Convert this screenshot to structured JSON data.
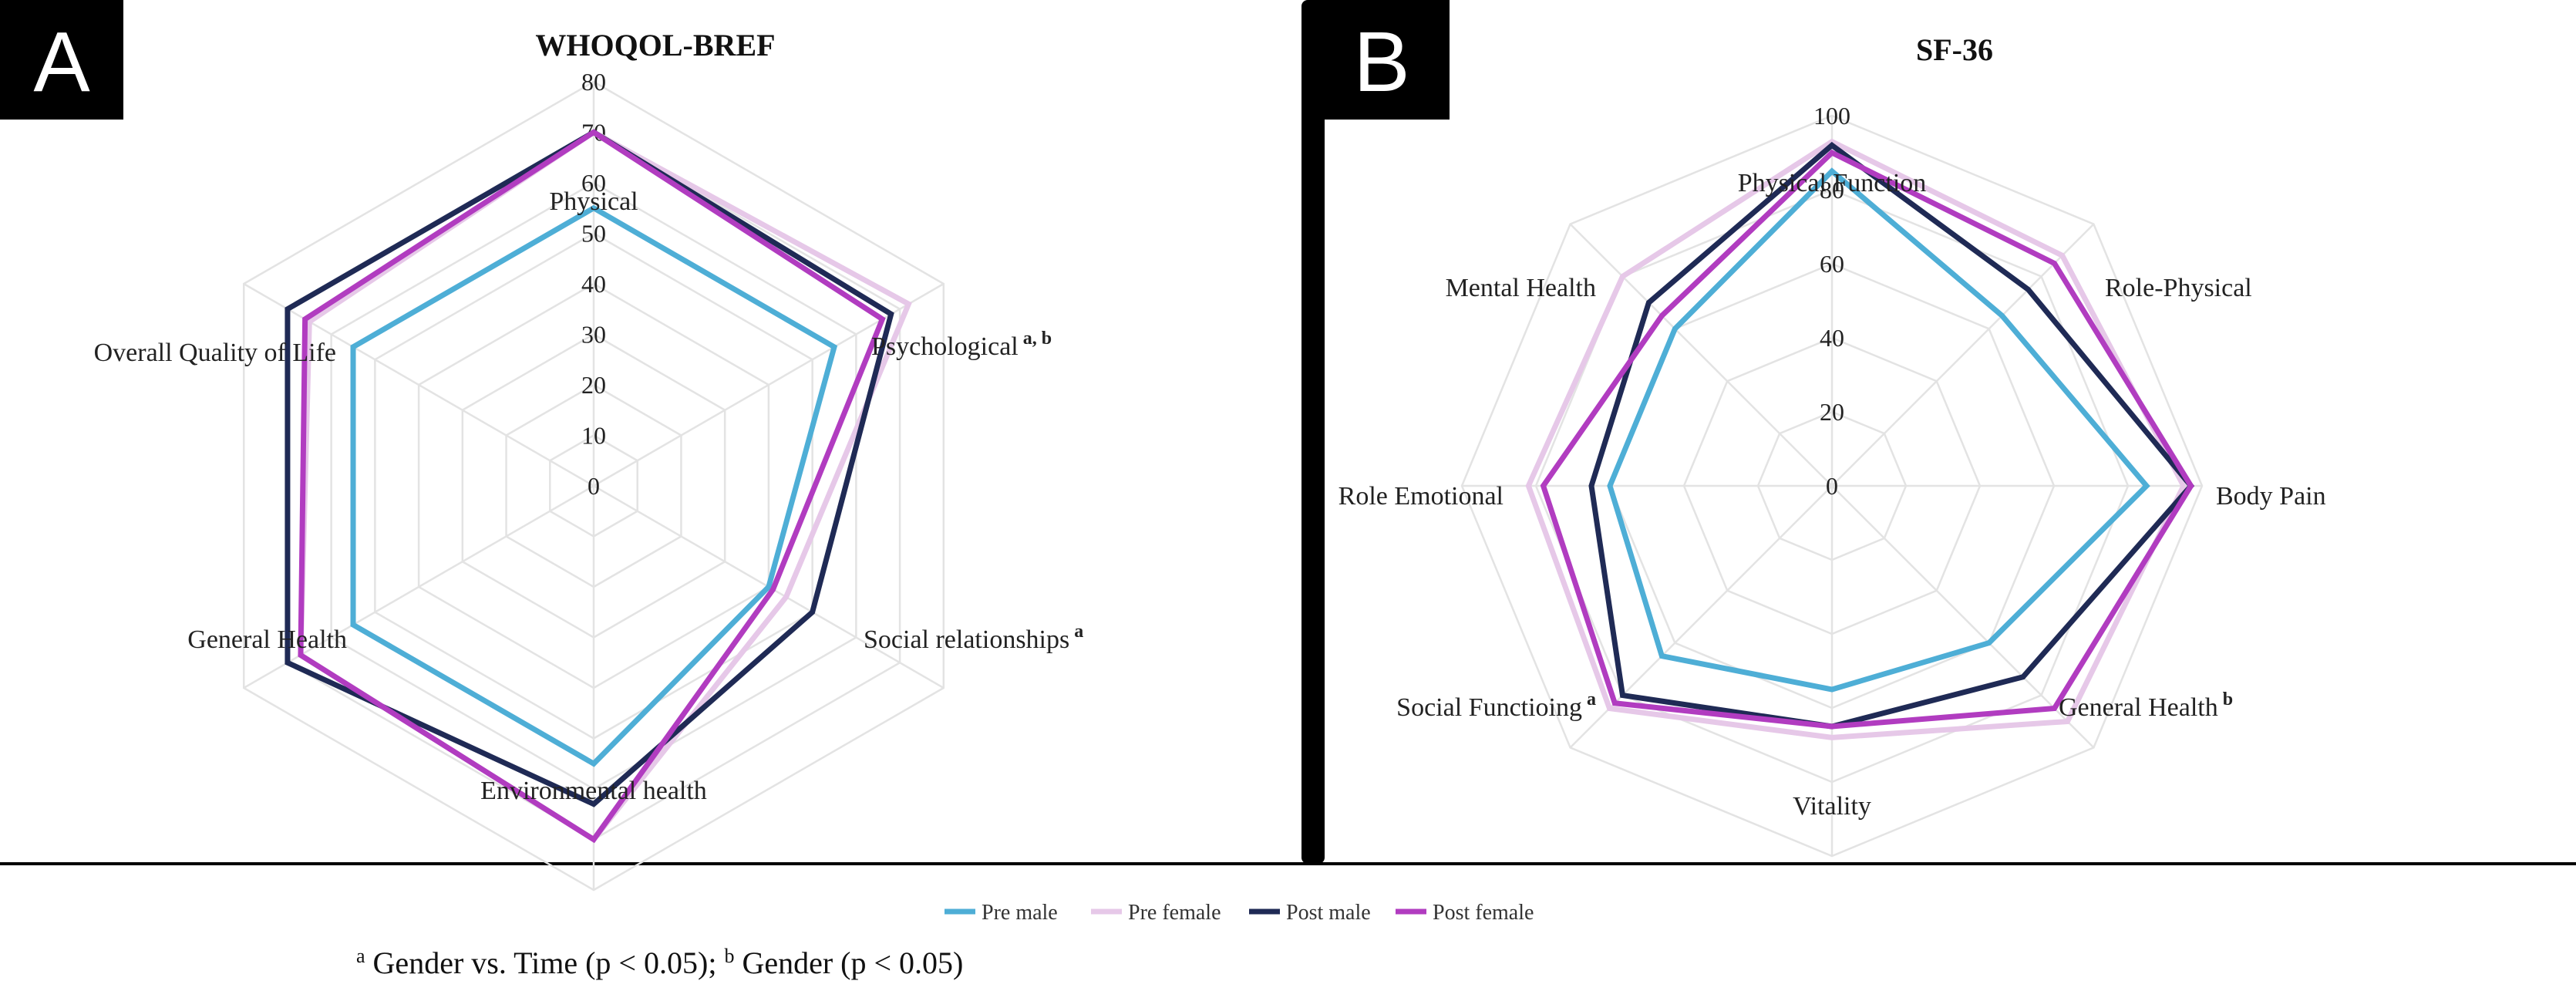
{
  "panels": [
    {
      "letter": "A"
    },
    {
      "letter": "B"
    }
  ],
  "chart_data": [
    {
      "type": "radar",
      "title": "WHOQOL-BREF",
      "axes": [
        {
          "label": "Physical",
          "sup": ""
        },
        {
          "label": "Psychological",
          "sup": "a, b"
        },
        {
          "label": "Social relationships",
          "sup": "a"
        },
        {
          "label": "Environmental health",
          "sup": ""
        },
        {
          "label": "General Health",
          "sup": ""
        },
        {
          "label": "Overall Quality of Life",
          "sup": ""
        }
      ],
      "rlim": [
        0,
        80
      ],
      "ticks": [
        "0",
        "10",
        "20",
        "30",
        "40",
        "50",
        "60",
        "70",
        "80"
      ],
      "series": [
        {
          "name": "Pre male",
          "color": "#4eaed6",
          "values": [
            55,
            55,
            40,
            55,
            55,
            55
          ]
        },
        {
          "name": "Pre female",
          "color": "#e6c8e8",
          "values": [
            70,
            72,
            44,
            70,
            67,
            65
          ]
        },
        {
          "name": "Post male",
          "color": "#1f2a55",
          "values": [
            70,
            68,
            50,
            63,
            70,
            70
          ]
        },
        {
          "name": "Post female",
          "color": "#b13cc0",
          "values": [
            70,
            66,
            41,
            70,
            67,
            66
          ]
        }
      ]
    },
    {
      "type": "radar",
      "title": "SF-36",
      "axes": [
        {
          "label": "Physical Function",
          "sup": ""
        },
        {
          "label": "Role-Physical",
          "sup": ""
        },
        {
          "label": "Body Pain",
          "sup": ""
        },
        {
          "label": "General Health",
          "sup": "b"
        },
        {
          "label": "Vitality",
          "sup": ""
        },
        {
          "label": "Social Functioing",
          "sup": "a"
        },
        {
          "label": "Role Emotional",
          "sup": ""
        },
        {
          "label": "Mental Health",
          "sup": ""
        }
      ],
      "rlim": [
        0,
        100
      ],
      "ticks": [
        "0",
        "20",
        "40",
        "60",
        "80",
        "100"
      ],
      "series": [
        {
          "name": "Pre male",
          "color": "#4eaed6",
          "values": [
            85,
            65,
            85,
            60,
            55,
            65,
            60,
            60
          ]
        },
        {
          "name": "Pre female",
          "color": "#e6c8e8",
          "values": [
            93,
            88,
            95,
            90,
            68,
            85,
            82,
            80
          ]
        },
        {
          "name": "Post male",
          "color": "#1f2a55",
          "values": [
            92,
            75,
            97,
            73,
            65,
            80,
            65,
            70
          ]
        },
        {
          "name": "Post female",
          "color": "#b13cc0",
          "values": [
            90,
            85,
            97,
            85,
            65,
            83,
            78,
            65
          ]
        }
      ]
    }
  ],
  "legend": {
    "placement": "bottom",
    "items": [
      {
        "label": "Pre male",
        "color": "#4eaed6"
      },
      {
        "label": "Pre female",
        "color": "#e6c8e8"
      },
      {
        "label": "Post male",
        "color": "#1f2a55"
      },
      {
        "label": "Post female",
        "color": "#b13cc0"
      }
    ]
  },
  "footnote": {
    "sup_a": "a",
    "text_a": " Gender vs. Time (p < 0.05); ",
    "sup_b": "b",
    "text_b": " Gender (p < 0.05)"
  }
}
